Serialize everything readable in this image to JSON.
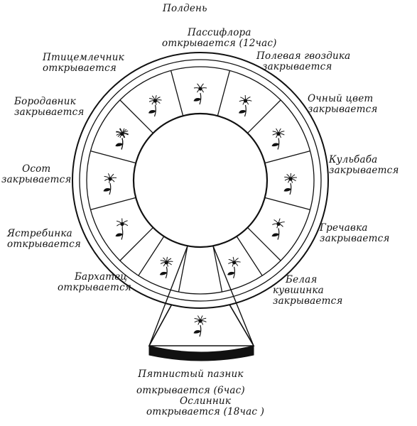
{
  "header": {
    "title": "Полдень"
  },
  "flowers": [
    {
      "id": "passiflora",
      "name": "Пассифлора",
      "action": "открывается (12час)"
    },
    {
      "id": "carnation",
      "name": "Полевая гвоздика",
      "action": "закрывается"
    },
    {
      "id": "eyebright",
      "name": "Очный цвет",
      "action": "закрывается"
    },
    {
      "id": "coltsfoot",
      "name": "Кульбаба",
      "action": "закрывается"
    },
    {
      "id": "hawkweed-small",
      "name": "Гречавка",
      "action": "закрывается"
    },
    {
      "id": "water-lily",
      "name": "Белая кувшинка",
      "name_line1": "Белая",
      "name_line2": "кувшинка",
      "action": "закрывается"
    },
    {
      "id": "spotted-ragwort",
      "name": "Пятнистый пазник",
      "action": "открывается (6час)"
    },
    {
      "id": "evening-primrose",
      "name": "Ослинник",
      "action": "открывается (18час )"
    },
    {
      "id": "marigold",
      "name": "Бархатец",
      "action": "открывается"
    },
    {
      "id": "hawkweed",
      "name": "Ястребинка",
      "action": "открывается"
    },
    {
      "id": "thistle",
      "name": "Осот",
      "action": "закрывается"
    },
    {
      "id": "nipplewort",
      "name": "Бородавник",
      "action": "закрывается"
    },
    {
      "id": "star-of-bethlehem",
      "name": "Птицемлечник",
      "action": "открывается"
    }
  ]
}
